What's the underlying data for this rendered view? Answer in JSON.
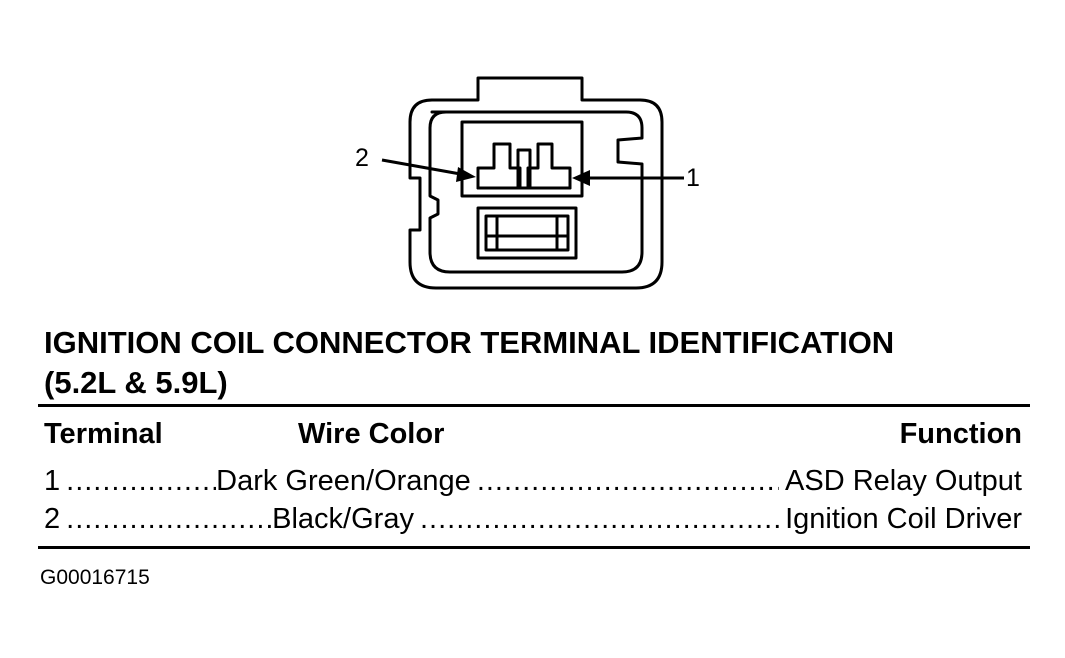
{
  "diagram": {
    "callouts": [
      "2",
      "1"
    ]
  },
  "title": {
    "line1": "IGNITION COIL CONNECTOR TERMINAL IDENTIFICATION",
    "line2": "(5.2L & 5.9L)"
  },
  "table": {
    "headers": {
      "terminal": "Terminal",
      "wire_color": "Wire Color",
      "function": "Function"
    },
    "rows": [
      {
        "terminal": "1",
        "wire_color": "Dark Green/Orange",
        "function": "ASD Relay Output"
      },
      {
        "terminal": "2",
        "wire_color": "Black/Gray",
        "function": "Ignition Coil Driver"
      }
    ]
  },
  "figure_id": "G00016715"
}
